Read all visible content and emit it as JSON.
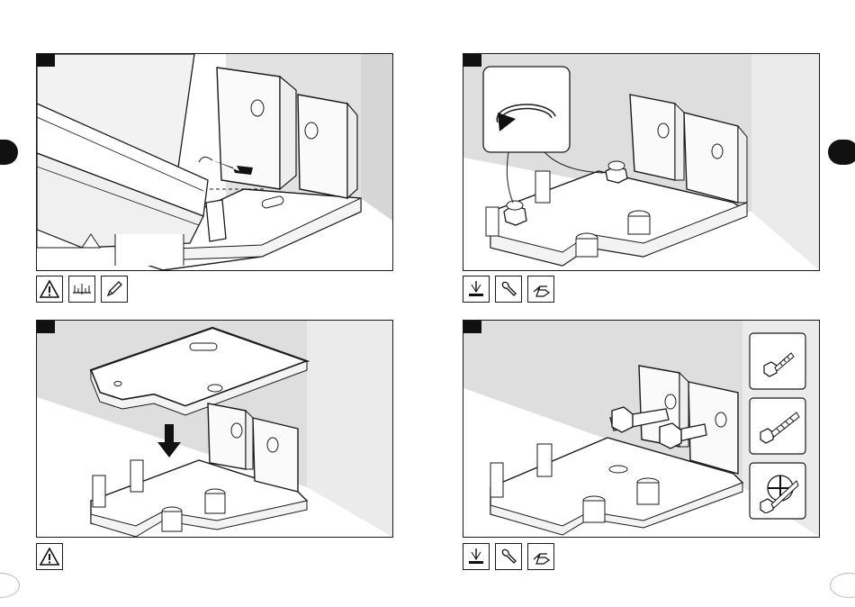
{
  "colors": {
    "line": "#1a1a1a",
    "wall": "#e2e2e2",
    "wall_dark": "#d0d0d0",
    "floor": "#ffffff",
    "tab": "#111111"
  },
  "steps": [
    {
      "panel": "top-left",
      "icons": [
        "warning-icon",
        "measure-icon",
        "pencil-icon"
      ]
    },
    {
      "panel": "top-right",
      "icons": [
        "welding-icon",
        "wrench-icon",
        "hand-icon"
      ]
    },
    {
      "panel": "bottom-left",
      "icons": [
        "warning-icon"
      ]
    },
    {
      "panel": "bottom-right",
      "icons": [
        "welding-icon",
        "wrench-icon",
        "hand-icon"
      ]
    }
  ]
}
